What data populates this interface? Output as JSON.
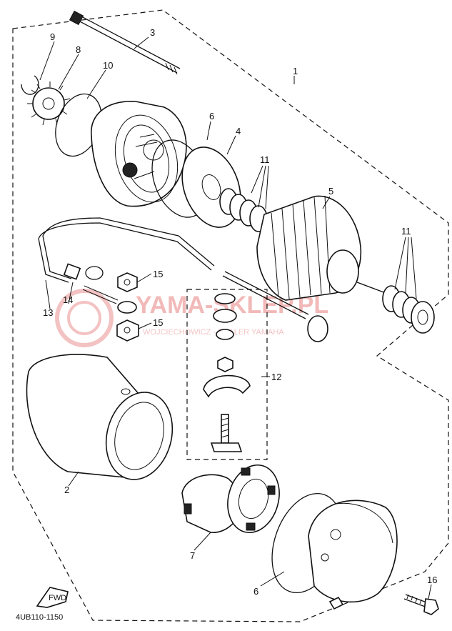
{
  "diagram": {
    "drawing_code": "4UB110-1150",
    "front_arrow_label": "FWD",
    "watermark": {
      "brand": "YAMA-SKLEP.PL",
      "subtitle": "WOJCIECHOWICZ - DEALER YAMAHA"
    },
    "callouts": [
      {
        "id": "c1",
        "label": "1"
      },
      {
        "id": "c2",
        "label": "2"
      },
      {
        "id": "c3",
        "label": "3"
      },
      {
        "id": "c4",
        "label": "4"
      },
      {
        "id": "c5",
        "label": "5"
      },
      {
        "id": "c6a",
        "label": "6"
      },
      {
        "id": "c6b",
        "label": "6"
      },
      {
        "id": "c7",
        "label": "7"
      },
      {
        "id": "c8",
        "label": "8"
      },
      {
        "id": "c9",
        "label": "9"
      },
      {
        "id": "c10",
        "label": "10"
      },
      {
        "id": "c11a",
        "label": "11"
      },
      {
        "id": "c11b",
        "label": "11"
      },
      {
        "id": "c12",
        "label": "12"
      },
      {
        "id": "c13",
        "label": "13"
      },
      {
        "id": "c14",
        "label": "14"
      },
      {
        "id": "c15a",
        "label": "15"
      },
      {
        "id": "c15b",
        "label": "15"
      },
      {
        "id": "c16",
        "label": "16"
      }
    ]
  }
}
